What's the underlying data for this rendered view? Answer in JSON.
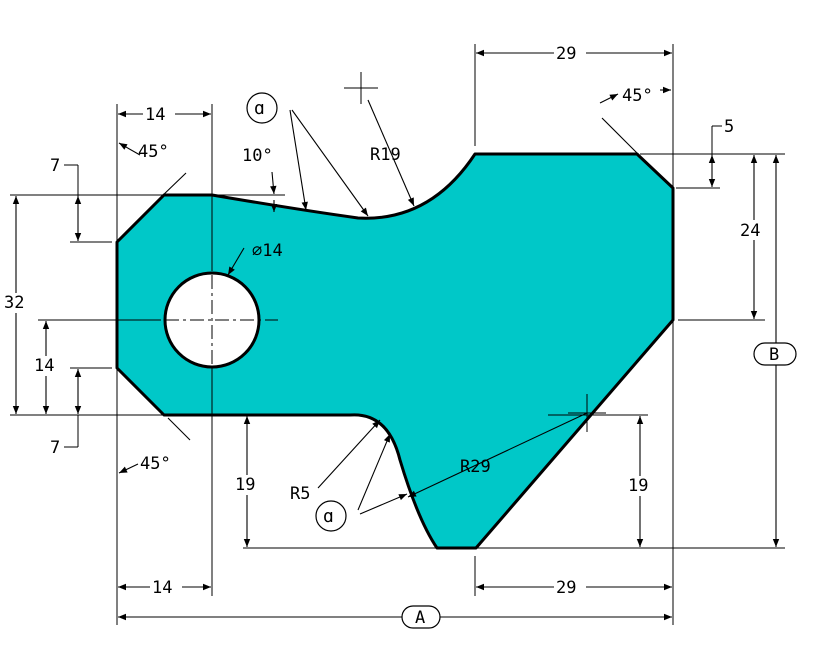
{
  "labels": {
    "top_width_left": "14",
    "top_width_right": "29",
    "chamfer_top_left": "45°",
    "chamfer_top_right": "45°",
    "chamfer_bottom_left": "45°",
    "angle_top": "10°",
    "radius_top": "R19",
    "radius_bottom_left": "R5",
    "radius_bottom_right": "R29",
    "hole_diameter": "∅14",
    "left_offset_top": "7",
    "left_offset_bottom": "7",
    "left_height_total": "32",
    "left_height_mid": "14",
    "right_offset_top": "5",
    "right_height": "24",
    "bottom_height_left": "19",
    "bottom_height_right": "19",
    "bottom_width_left": "14",
    "bottom_width_right": "29",
    "overall_width": "A",
    "overall_height": "B",
    "tangent_symbol_top": "ɑ",
    "tangent_symbol_bottom": "ɑ"
  },
  "colors": {
    "part_fill": "#00c8c8",
    "outline": "#000000"
  }
}
